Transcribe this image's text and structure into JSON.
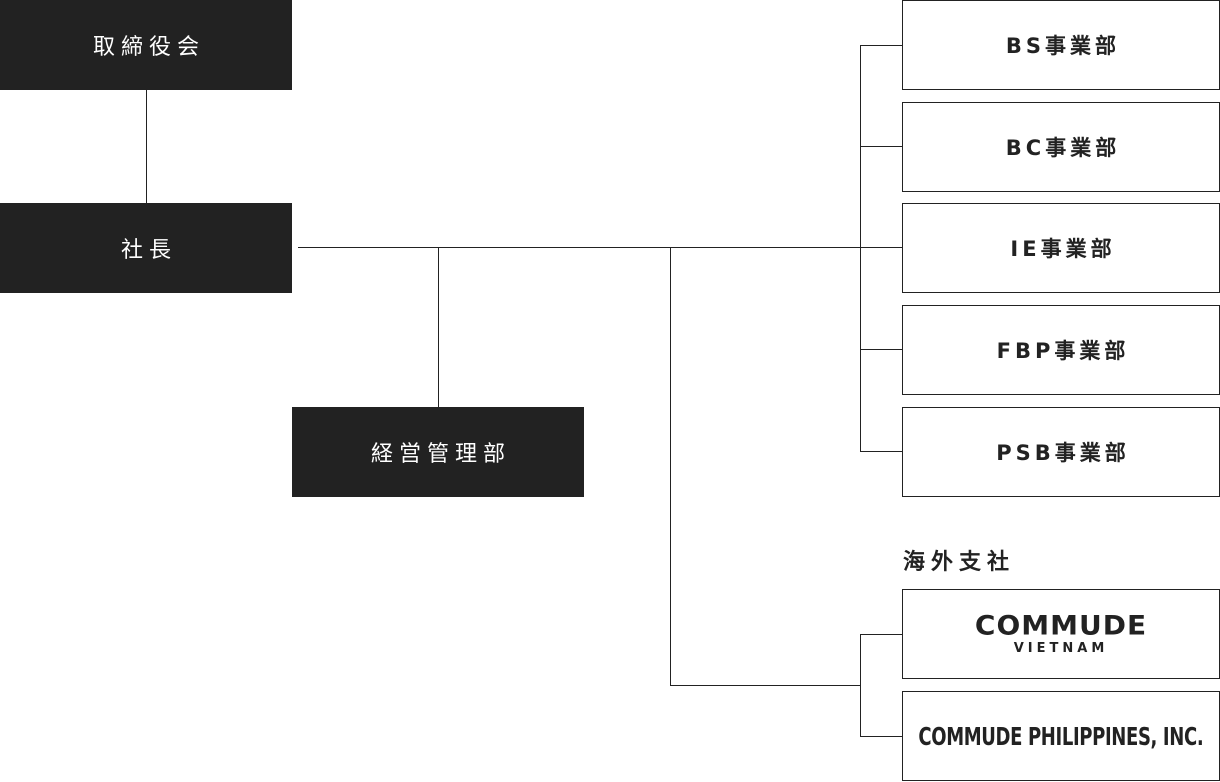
{
  "top": {
    "board": "取締役会",
    "president": "社長",
    "admin": "経営管理部"
  },
  "divisions": [
    {
      "label": "BS事業部"
    },
    {
      "label": "BC事業部"
    },
    {
      "label": "IE事業部"
    },
    {
      "label": "FBP事業部"
    },
    {
      "label": "PSB事業部"
    }
  ],
  "overseas": {
    "heading": "海外支社",
    "vietnam": {
      "logo_main": "COMMUDE",
      "logo_sub": "VIETNAM"
    },
    "philippines": {
      "logo_text": "COMMUDE PHILIPPINES, INC."
    }
  },
  "colors": {
    "dark": "#222222",
    "light": "#ffffff"
  }
}
